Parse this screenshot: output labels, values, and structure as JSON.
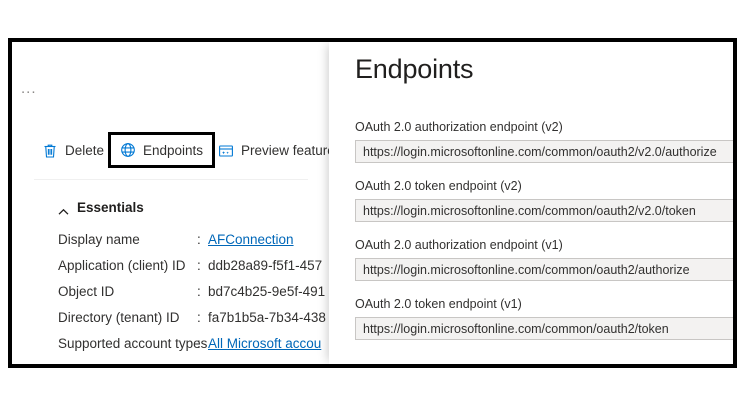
{
  "blade": {
    "overflow_label": "...",
    "commands": [
      {
        "label": "Delete",
        "icon": "trash-icon"
      },
      {
        "label": "Endpoints",
        "icon": "globe-icon",
        "highlighted": true
      },
      {
        "label": "Preview features",
        "icon": "preview-features-icon"
      }
    ],
    "essentials": {
      "section_title": "Essentials",
      "collapse_icon": "chevron-up-icon",
      "separator": ":",
      "rows": [
        {
          "label": "Display name",
          "value": "AFConnection",
          "is_link": true
        },
        {
          "label": "Application (client) ID",
          "value": "ddb28a89-f5f1-457",
          "is_link": false
        },
        {
          "label": "Object ID",
          "value": "bd7c4b25-9e5f-491",
          "is_link": false
        },
        {
          "label": "Directory (tenant) ID",
          "value": "fa7b1b5a-7b34-438",
          "is_link": false
        },
        {
          "label": "Supported account types",
          "value": "All Microsoft accou",
          "is_link": true
        }
      ]
    }
  },
  "panel": {
    "title": "Endpoints",
    "endpoints": [
      {
        "label": "OAuth 2.0 authorization endpoint (v2)",
        "value": "https://login.microsoftonline.com/common/oauth2/v2.0/authorize"
      },
      {
        "label": "OAuth 2.0 token endpoint (v2)",
        "value": "https://login.microsoftonline.com/common/oauth2/v2.0/token"
      },
      {
        "label": "OAuth 2.0 authorization endpoint (v1)",
        "value": "https://login.microsoftonline.com/common/oauth2/authorize"
      },
      {
        "label": "OAuth 2.0 token endpoint (v1)",
        "value": "https://login.microsoftonline.com/common/oauth2/token"
      }
    ]
  },
  "colors": {
    "accent_blue": "#0078d4",
    "link_blue": "#0067b8",
    "text": "#323130",
    "input_bg": "#f3f2f1",
    "input_border": "#c8c6c4",
    "frame": "#000000"
  }
}
